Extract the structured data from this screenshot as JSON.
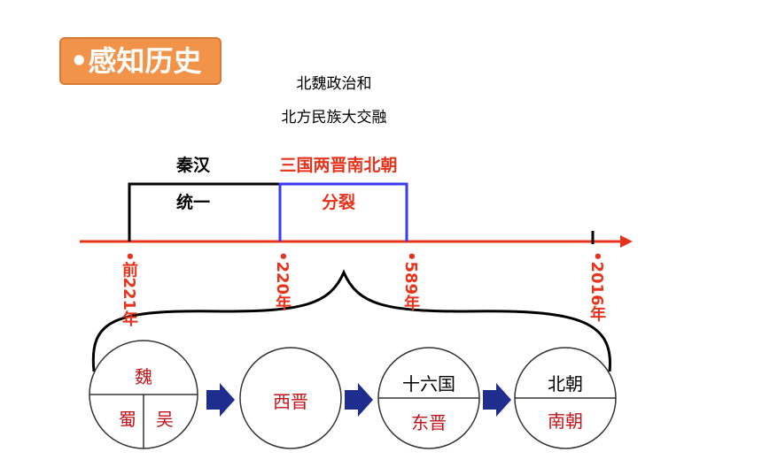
{
  "badge": {
    "title": "•感知历史"
  },
  "top_note": {
    "line1": "北魏政治和",
    "line2": "北方民族大交融"
  },
  "periods": {
    "qinhan": {
      "name": "秦汉",
      "status": "统一"
    },
    "sanguo": {
      "name": "三国两晋南北朝",
      "status": "分裂"
    }
  },
  "dates": [
    "•前221年",
    "•220年",
    "•589年",
    "•2016年"
  ],
  "circles": {
    "c1": {
      "top": "魏",
      "bottom_left": "蜀",
      "bottom_right": "吴"
    },
    "c2": {
      "label": "西晋"
    },
    "c3": {
      "top": "十六国",
      "bottom": "东晋"
    },
    "c4": {
      "top": "北朝",
      "bottom": "南朝"
    }
  },
  "colors": {
    "timeline": "#e8331c",
    "qinhan_bracket": "#000000",
    "sanguo_bracket": "#3a3af0",
    "arrow": "#1f2d8f",
    "badge": "#f2934a"
  },
  "icons": [
    "arrow-right-icon"
  ]
}
